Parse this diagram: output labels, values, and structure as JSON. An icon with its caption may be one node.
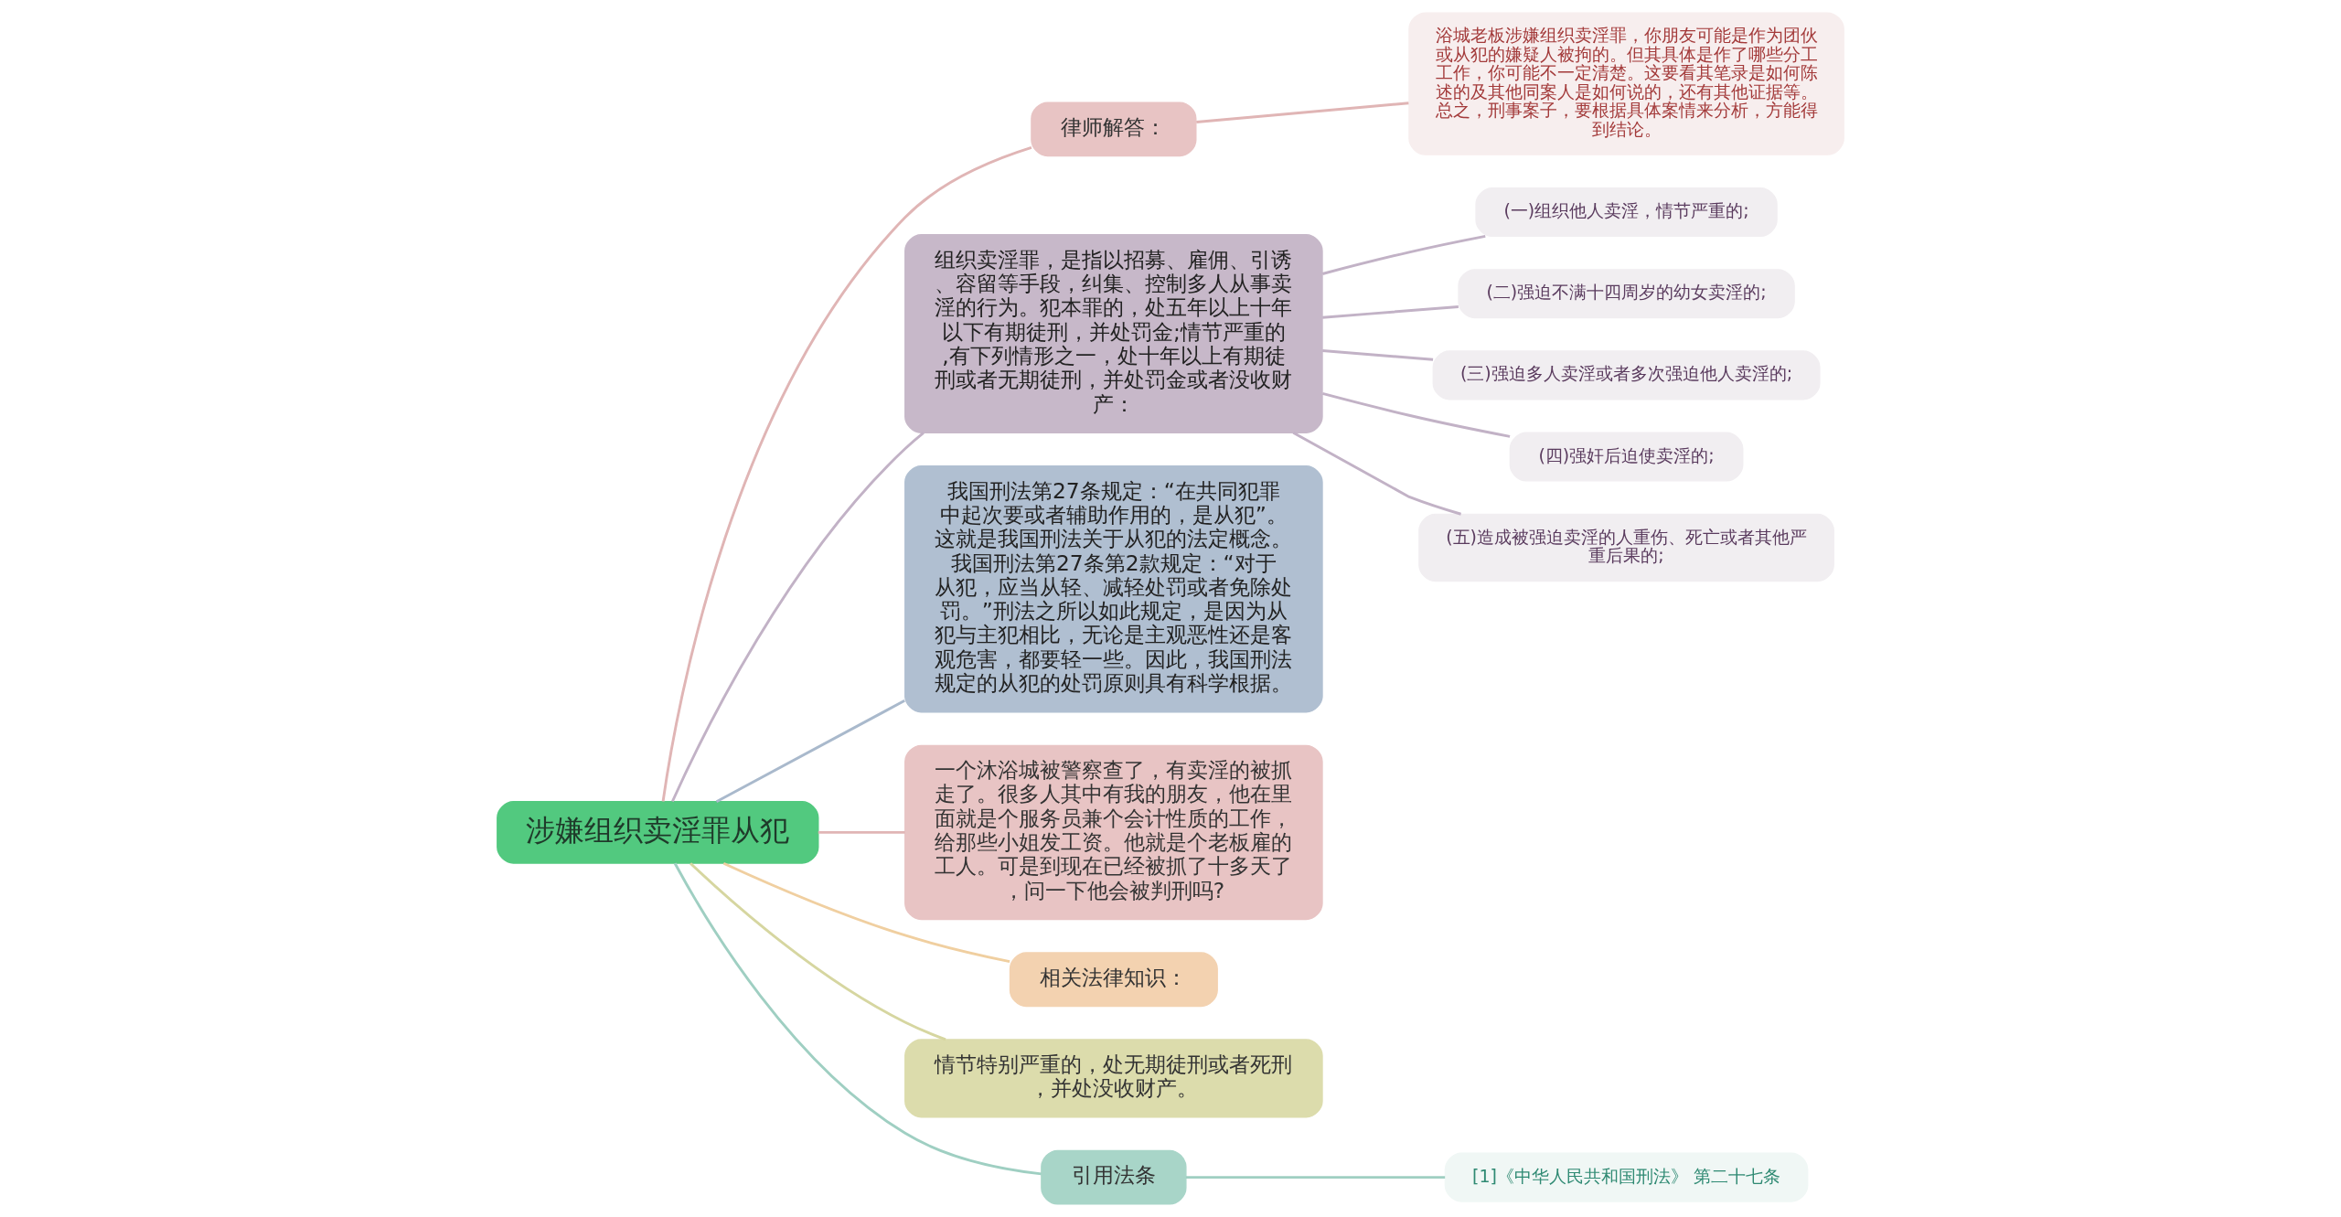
{
  "diagram": {
    "nodes": [
      {
        "text": [
          "涉嫌组织卖淫罪从犯"
        ]
      },
      {
        "text": [
          "律师解答："
        ]
      },
      {
        "text": [
          "浴城老板涉嫌组织卖淫罪，你朋友可能是作为团伙或从犯的嫌疑人被拘的。但其具体是作了哪些分工工作，你可能不一定清楚。这要看其笔录是如何陈述的及其他同案人是如何说的，还有其他证据等。总之，刑事案子，要根据具体案情来分析，方能得到结论。"
        ]
      },
      {
        "text": [
          "组织卖淫罪，是指以招募、雇佣、引诱、容留等手段，纠集、控制多人从事卖淫的行为。犯本罪的，处五年以上十年以下有期徒刑，并处罚金;情节严重的,有下列情形之一，处十年以上有期徒刑或者无期徒刑，并处罚金或者没收财产："
        ]
      },
      {
        "text": [
          "(一)组织他人卖淫，情节严重的;"
        ]
      },
      {
        "text": [
          "(二)强迫不满十四周岁的幼女卖淫的;"
        ]
      },
      {
        "text": [
          "(三)强迫多人卖淫或者多次强迫他人卖淫的;"
        ]
      },
      {
        "text": [
          "(四)强奸后迫使卖淫的;"
        ]
      },
      {
        "text": [
          "(五)造成被强迫卖淫的人重伤、死亡或者其他严重后果的;"
        ]
      },
      {
        "text": [
          "我国刑法第27条规定：“在共同犯罪中起次要或者辅助作用的，是从犯”。这就是我国刑法关于从犯的法定概念。我国刑法第27条第2款规定：“对于从犯，应当从轻、减轻处罚或者免除处罚。”刑法之所以如此规定，是因为从犯与主犯相比，无论是主观恶性还是客观危害，都要轻一些。因此，我国刑法规定的从犯的处罚原则具有科学根据。"
        ]
      },
      {
        "text": [
          "一个沐浴城被警察查了，有卖淫的被抓走了。很多人其中有我的朋友，他在里面就是个服务员兼个会计性质的工作，给那些小姐发工资。他就是个老板雇的工人。可是到现在已经被抓了十多天了，问一下他会被判刑吗?"
        ]
      },
      {
        "text": [
          "相关法律知识："
        ]
      },
      {
        "text": [
          "情节特别严重的，处无期徒刑或者死刑，并处没收财产。"
        ]
      },
      {
        "text": [
          "引用法条"
        ]
      },
      {
        "text": [
          "[1]《中华人民共和国刑法》 第二十七条"
        ]
      }
    ],
    "edges": [
      {
        "from": 0,
        "to": 1,
        "arrow": "none",
        "color": "#e0b5b5"
      },
      {
        "from": 1,
        "to": 2,
        "arrow": "none",
        "color": "#e0b5b5"
      },
      {
        "from": 0,
        "to": 3,
        "arrow": "none",
        "color": "#c2b2c6"
      },
      {
        "from": 3,
        "to": 4,
        "arrow": "none",
        "color": "#c2b2c6"
      },
      {
        "from": 3,
        "to": 5,
        "arrow": "none",
        "color": "#c2b2c6"
      },
      {
        "from": 3,
        "to": 6,
        "arrow": "none",
        "color": "#c2b2c6"
      },
      {
        "from": 3,
        "to": 7,
        "arrow": "none",
        "color": "#c2b2c6"
      },
      {
        "from": 3,
        "to": 8,
        "arrow": "none",
        "color": "#c2b2c6"
      },
      {
        "from": 0,
        "to": 9,
        "arrow": "none",
        "color": "#a9b9cc"
      },
      {
        "from": 0,
        "to": 10,
        "arrow": "none",
        "color": "#e0b5b5"
      },
      {
        "from": 0,
        "to": 11,
        "arrow": "none",
        "color": "#f0cfa0"
      },
      {
        "from": 0,
        "to": 12,
        "arrow": "none",
        "color": "#d6d6a0"
      },
      {
        "from": 0,
        "to": 13,
        "arrow": "none",
        "color": "#9fcfc2"
      },
      {
        "from": 13,
        "to": 14,
        "arrow": "none",
        "color": "#9fcfc2"
      }
    ]
  }
}
